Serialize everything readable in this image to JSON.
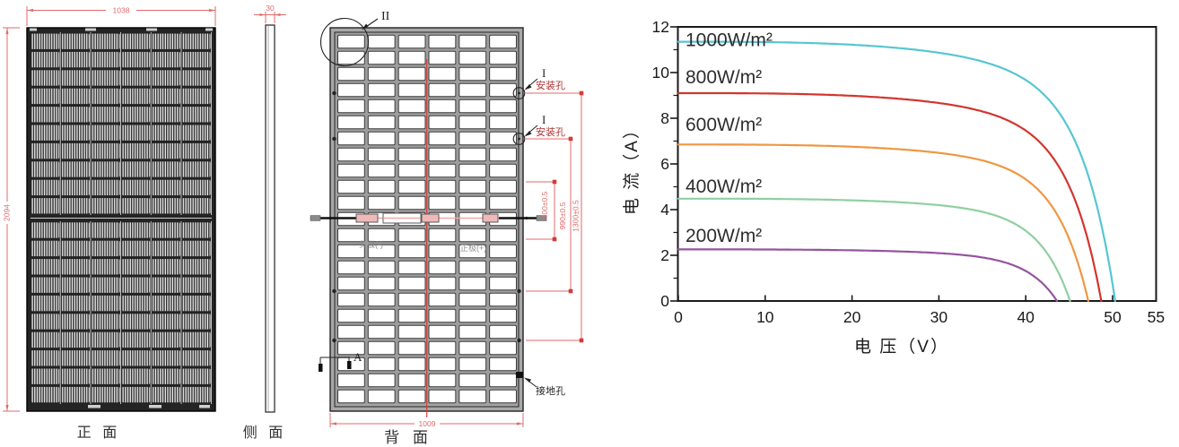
{
  "front_view": {
    "label": "正 面",
    "top_dim": "1038",
    "left_dim": "2094"
  },
  "side_view": {
    "label": "侧 面",
    "top_dim": "30"
  },
  "back_view": {
    "label": "背 面",
    "bottom_dim": "1009",
    "detail_circle_label": "II",
    "mounting_hole_1_ref": "I",
    "mounting_hole_1_label": "安装孔",
    "mounting_hole_2_ref": "I",
    "mounting_hole_2_label": "安装孔",
    "grounding_hole_label": "接地孔",
    "section_a_label": "A",
    "output_negative": "负极(-)",
    "output_positive": "正极(+)",
    "dim_hole_span_inner": "400±0.5",
    "dim_hole_span_mid": "990±0.5",
    "dim_hole_span_outer": "1300±0.5"
  },
  "chart_data": {
    "type": "line",
    "title": "",
    "xlabel": "电 压（V）",
    "ylabel": "电 流（A）",
    "xlim": [
      0,
      55
    ],
    "ylim": [
      0,
      12
    ],
    "x_major_ticks": [
      0,
      10,
      20,
      30,
      40,
      50,
      55
    ],
    "y_major_ticks": [
      0,
      2,
      4,
      6,
      8,
      10,
      12
    ],
    "y_minor_ticks": [
      1,
      3,
      5,
      7,
      9,
      11
    ],
    "grid": false,
    "frame": "box",
    "legend_position": "labels-inside-left",
    "curve_model": "I(V) = Isc*(1 - 0.18*(V/Voc)^3 - 0.82*exp(13*(V/Voc-1)))",
    "series": [
      {
        "name": "1000W/m²",
        "color": "#56c6d2",
        "isc_a": 11.35,
        "voc_v": 50.3,
        "label_at_a": 11.15
      },
      {
        "name": "800W/m²",
        "color": "#d2352f",
        "isc_a": 9.1,
        "voc_v": 48.7,
        "label_at_a": 9.53
      },
      {
        "name": "600W/m²",
        "color": "#ef9742",
        "isc_a": 6.85,
        "voc_v": 47.2,
        "label_at_a": 7.45
      },
      {
        "name": "400W/m²",
        "color": "#90cfa0",
        "isc_a": 4.48,
        "voc_v": 45.1,
        "label_at_a": 4.75
      },
      {
        "name": "200W/m²",
        "color": "#95549f",
        "isc_a": 2.26,
        "voc_v": 43.6,
        "label_at_a": 2.59
      }
    ]
  }
}
